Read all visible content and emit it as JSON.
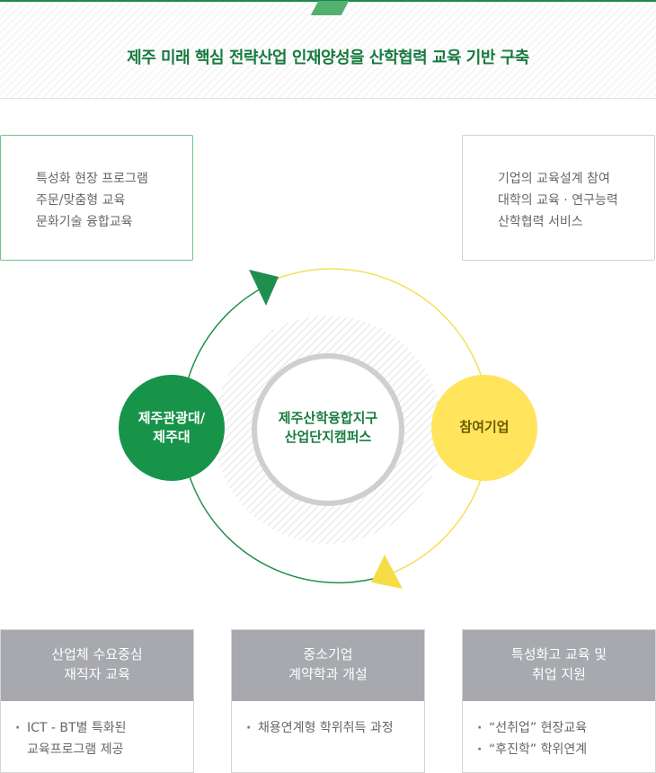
{
  "header": {
    "title": "제주 미래 핵심 전략산업  인재양성을 산학협력 교육 기반 구축"
  },
  "top_left_box": {
    "lines": [
      "특성화 현장 프로그램",
      "주문/맞춤형 교육",
      "문화기술 융합교육"
    ]
  },
  "top_right_box": {
    "lines": [
      "기업의 교육설계 참여",
      "대학의 교육 · 연구능력",
      "산학협력 서비스"
    ]
  },
  "circles": {
    "left": {
      "line1": "제주관광대/",
      "line2": "제주대"
    },
    "center": {
      "line1": "제주산학융합지구",
      "line2": "산업단지캠퍼스"
    },
    "right": {
      "label": "참여기업"
    }
  },
  "bottom_boxes": [
    {
      "title_line1": "산업체 수요중심",
      "title_line2": "재직자 교육",
      "items": [
        {
          "bullet": "·",
          "text": "ICT - BT별 특화된",
          "cont": "교육프로그램 제공"
        }
      ]
    },
    {
      "title_line1": "중소기업",
      "title_line2": "계약학과 개설",
      "items": [
        {
          "bullet": "·",
          "text": "채용연계형 학위취득 과정"
        }
      ]
    },
    {
      "title_line1": "특성화고 교육 및",
      "title_line2": "취업 지원",
      "items": [
        {
          "bullet": "·",
          "text": "“선취업” 현장교육"
        },
        {
          "bullet": "·",
          "text": "“후진학” 학위연계"
        }
      ]
    }
  ],
  "colors": {
    "green_dark": "#17934a",
    "green_text": "#177a40",
    "yellow": "#ffe45c",
    "yellow_line": "#f5df5a",
    "gray_header": "#a7a9ae",
    "ring_gray": "#cfcfcf"
  }
}
